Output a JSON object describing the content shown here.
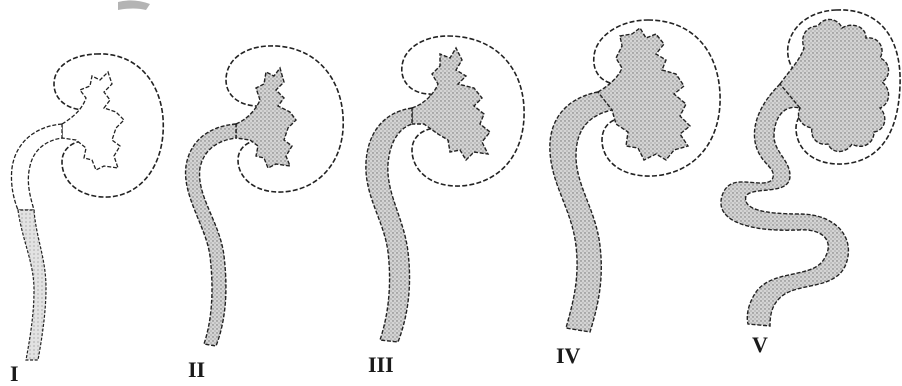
{
  "figure": {
    "stages": [
      {
        "id": "I",
        "label": "I"
      },
      {
        "id": "II",
        "label": "II"
      },
      {
        "id": "III",
        "label": "III"
      },
      {
        "id": "IV",
        "label": "IV"
      },
      {
        "id": "V",
        "label": "V"
      }
    ],
    "colors": {
      "ink": "#222222",
      "stipple_fill": "#bdbdbd",
      "background": "#ffffff"
    }
  }
}
